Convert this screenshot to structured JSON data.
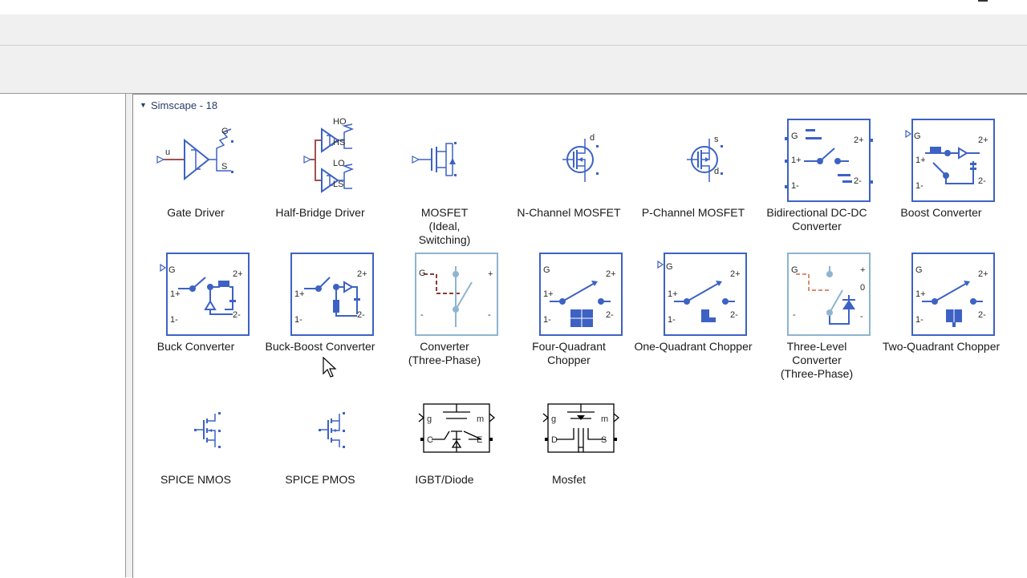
{
  "library": {
    "section_title": "Simscape - 18"
  },
  "blocks": [
    {
      "label": "Gate Driver"
    },
    {
      "label": "Half-Bridge Driver"
    },
    {
      "label": "MOSFET\n(Ideal,\nSwitching)"
    },
    {
      "label": "N-Channel MOSFET"
    },
    {
      "label": "P-Channel MOSFET"
    },
    {
      "label": "Bidirectional DC-DC\nConverter"
    },
    {
      "label": "Boost Converter"
    },
    {
      "label": "Buck Converter"
    },
    {
      "label": "Buck-Boost Converter"
    },
    {
      "label": "Converter\n(Three-Phase)"
    },
    {
      "label": "Four-Quadrant\nChopper"
    },
    {
      "label": "One-Quadrant Chopper"
    },
    {
      "label": "Three-Level\nConverter\n(Three-Phase)"
    },
    {
      "label": "Two-Quadrant Chopper"
    },
    {
      "label": "SPICE NMOS"
    },
    {
      "label": "SPICE PMOS"
    },
    {
      "label": "IGBT/Diode"
    },
    {
      "label": "Mosfet"
    }
  ],
  "port_labels": {
    "gate": "G",
    "source": "S",
    "drain": "d",
    "src_small": "s",
    "input": "u",
    "ho": "HO",
    "hs": "HS",
    "lo": "LO",
    "ls": "LS",
    "pos1": "1+",
    "neg1": "1-",
    "pos2": "2+",
    "neg2": "2-",
    "plus": "+",
    "minus": "-",
    "zero": "0",
    "g": "g",
    "m": "m",
    "c": "C",
    "e": "E",
    "d_big": "D",
    "s_big": "S"
  },
  "colors": {
    "simscape_blue": "#3d62c4",
    "light_blue": "#8fb4d0",
    "signal_brown": "#a0524c",
    "section_text": "#2b3d6b"
  }
}
